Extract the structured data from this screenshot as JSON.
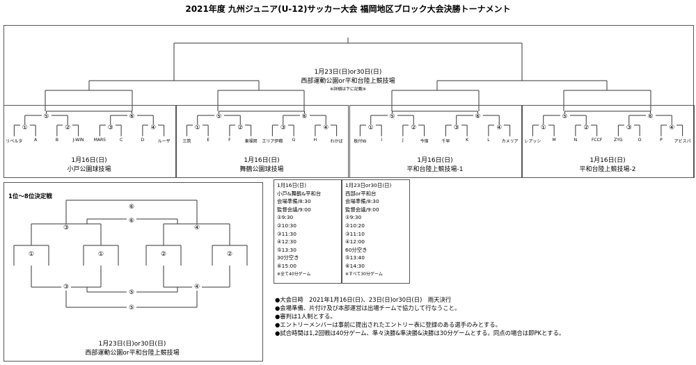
{
  "title": "2021年度 九州ジュニア(U-12)サッカー大会 福岡地区ブロック大会決勝トーナメント",
  "final": {
    "date": "1月23日(日)or30日(日)",
    "venue": "西部運動公園or平和台陸上競技場",
    "note": "※詳細は下に記載※"
  },
  "blocks": [
    {
      "date": "1月16日(日)",
      "venue": "小戸公園球技場",
      "teams": [
        "リベルタ",
        "A",
        "B",
        "J-WIN",
        "MARS",
        "C",
        "D",
        "ルーザ"
      ],
      "r1": [
        "①",
        "②",
        "③",
        "④"
      ],
      "r2": [
        "⑤",
        "⑥"
      ]
    },
    {
      "date": "1月16日(日)",
      "venue": "舞鶴公園球技場",
      "teams": [
        "三筑",
        "E",
        "F",
        "東福岡",
        "エリア伊都",
        "G",
        "H",
        "わかば"
      ],
      "r1": [
        "①",
        "②",
        "③",
        "④"
      ],
      "r2": [
        "⑤",
        "⑥"
      ]
    },
    {
      "date": "1月16日(日)",
      "venue": "平和台陸上競技場-1",
      "teams": [
        "板付W",
        "I",
        "J",
        "今宿",
        "千早",
        "K",
        "L",
        "カメリア"
      ],
      "r1": [
        "①",
        "②",
        "③",
        "④"
      ],
      "r2": [
        "⑤",
        "⑥"
      ]
    },
    {
      "date": "1月16日(日)",
      "venue": "平和台陸上競技場-2",
      "teams": [
        "レアッシ",
        "M",
        "N",
        "FCCF",
        "ZYG",
        "O",
        "P",
        "アビスパ"
      ],
      "r1": [
        "①",
        "②",
        "③",
        "④"
      ],
      "r2": [
        "⑤",
        "⑥"
      ]
    }
  ],
  "placement": {
    "heading": "1位～8位決定戦",
    "date": "1月23日(日)or30日(日)",
    "venue": "西部運動公園or平和台陸上競技場",
    "m1": [
      "①",
      "①",
      "②",
      "②"
    ],
    "m3": [
      "③",
      "④"
    ],
    "top6": "⑥",
    "mid6": "⑥",
    "low3": "③",
    "low4": "④",
    "low5a": "⑤",
    "low5b": "⑤"
  },
  "schedule1": {
    "lines": [
      "1月16日(日)",
      "小戸&舞鶴&平和台",
      "会場準備/8:30",
      "監督会議/9:00",
      "①9:30",
      "②10:30",
      "③11:30",
      "④12:30",
      "⑤13:30",
      "30分空き",
      "⑥15:00"
    ],
    "note": "※全て40分ゲーム"
  },
  "schedule2": {
    "lines": [
      "1月23日or30日(日)",
      "西部or平和台",
      "会場準備/8:30",
      "監督会議/9:00",
      "①9:30",
      "②10:20",
      "③11:10",
      "④12:00",
      "60分空き",
      "⑤13:40",
      "⑥14:30"
    ],
    "note": "※すべて30分ゲーム"
  },
  "notes": [
    "●大会日時　2021年1月16日(日)、23日(日)or30日(日)　雨天決行",
    "●会場準備、片付け及び本部運営は出場チームで協力して行なうこと。",
    "●審判は1人制とする。",
    "●エントリーメンバーは事前に提出されたエントリー表に登録のある選手のみとする。",
    "●試合時間は1,2回戦は40分ゲーム、準々決勝&準決勝&決勝は30分ゲームとする。同点の場合は即PKとする。"
  ]
}
